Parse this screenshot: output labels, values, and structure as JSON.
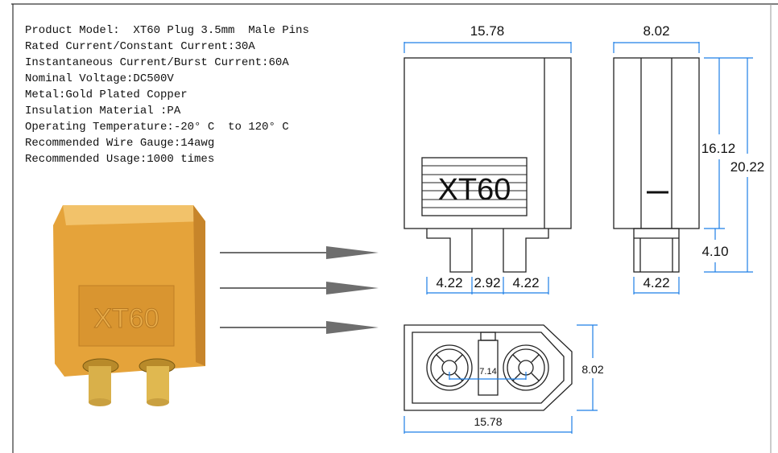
{
  "specs": [
    "Product Model:  XT60 Plug 3.5mm  Male Pins",
    "Rated Current/Constant Current:30A",
    "Instantaneous Current/Burst Current:60A",
    "Nominal Voltage:DC500V",
    "Metal:Gold Plated Copper",
    "Insulation Material :PA",
    "Operating Temperature:-20° C  to 120° C",
    "Recommended Wire Gauge:14awg",
    "Recommended Usage:1000 times"
  ],
  "photo_label": "XT60",
  "front_view": {
    "width": "15.78",
    "label": "XT60",
    "pin_width_left": "4.22",
    "pin_gap": "2.92",
    "pin_width_right": "4.22"
  },
  "side_view": {
    "width": "8.02",
    "body_height": "16.12",
    "total_height": "20.22",
    "pin_height": "4.10",
    "pin_width": "4.22"
  },
  "bottom_view": {
    "width": "15.78",
    "height": "8.02",
    "pin_spacing": "7.14"
  },
  "colors": {
    "dimension": "#1e7fe6",
    "housing": "#e8a838",
    "arrow": "#6e6e6e"
  }
}
